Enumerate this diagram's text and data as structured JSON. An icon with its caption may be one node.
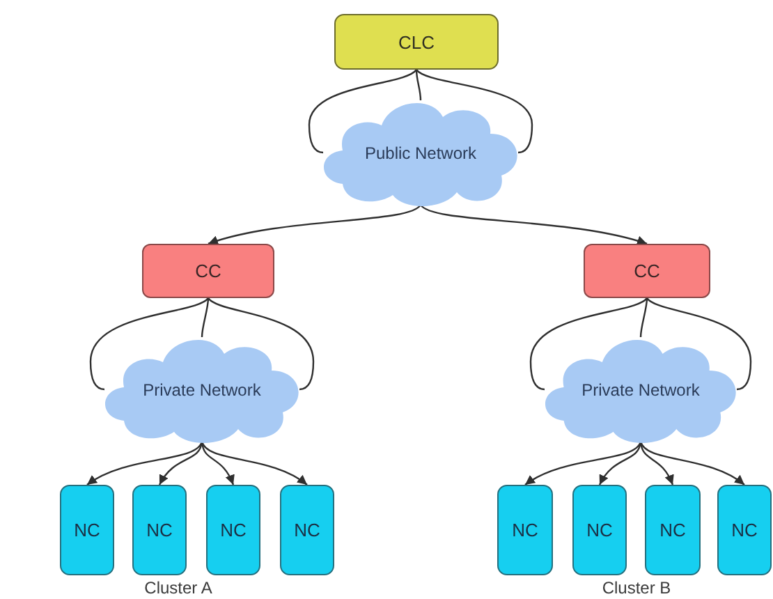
{
  "diagram": {
    "nodes": [
      {
        "text": [
          "CLC"
        ]
      },
      {
        "text": [
          "Public Network"
        ]
      },
      {
        "text": [
          "CC"
        ]
      },
      {
        "text": [
          "CC"
        ]
      },
      {
        "text": [
          "Private Network"
        ]
      },
      {
        "text": [
          "Private Network"
        ]
      },
      {
        "text": [
          "NC"
        ]
      },
      {
        "text": [
          "NC"
        ]
      },
      {
        "text": [
          "NC"
        ]
      },
      {
        "text": [
          "NC"
        ]
      },
      {
        "text": [
          "NC"
        ]
      },
      {
        "text": [
          "NC"
        ]
      },
      {
        "text": [
          "NC"
        ]
      },
      {
        "text": [
          "NC"
        ]
      }
    ],
    "edges": [
      {
        "from": 0,
        "to": 1,
        "arrow": "none"
      },
      {
        "from": 0,
        "to": 1,
        "arrow": "none"
      },
      {
        "from": 0,
        "to": 1,
        "arrow": "none"
      },
      {
        "from": 1,
        "to": 2,
        "arrow": "to"
      },
      {
        "from": 1,
        "to": 3,
        "arrow": "to"
      },
      {
        "from": 2,
        "to": 4,
        "arrow": "none"
      },
      {
        "from": 2,
        "to": 4,
        "arrow": "none"
      },
      {
        "from": 2,
        "to": 4,
        "arrow": "none"
      },
      {
        "from": 3,
        "to": 5,
        "arrow": "none"
      },
      {
        "from": 3,
        "to": 5,
        "arrow": "none"
      },
      {
        "from": 3,
        "to": 5,
        "arrow": "none"
      },
      {
        "from": 4,
        "to": 6,
        "arrow": "to"
      },
      {
        "from": 4,
        "to": 7,
        "arrow": "to"
      },
      {
        "from": 4,
        "to": 8,
        "arrow": "to"
      },
      {
        "from": 4,
        "to": 9,
        "arrow": "to"
      },
      {
        "from": 5,
        "to": 10,
        "arrow": "to"
      },
      {
        "from": 5,
        "to": 11,
        "arrow": "to"
      },
      {
        "from": 5,
        "to": 12,
        "arrow": "to"
      },
      {
        "from": 5,
        "to": 13,
        "arrow": "to"
      }
    ],
    "labels": [
      "Cluster A",
      "Cluster B"
    ]
  }
}
